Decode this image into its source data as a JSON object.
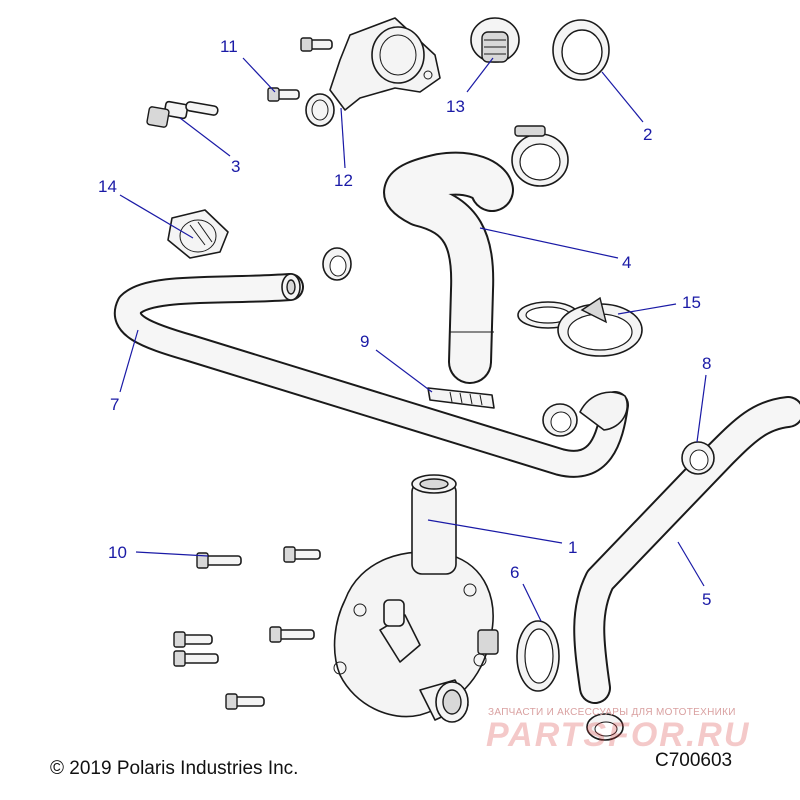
{
  "diagram": {
    "copyright": "© 2019 Polaris Industries Inc.",
    "drawing_id": "C700603",
    "watermark_small": "ЗАПЧАСТИ И АКСЕССУАРЫ ДЛЯ МОТОТЕХНИКИ",
    "watermark_large": "PARTSFOR.RU",
    "callouts": [
      {
        "label": "1"
      },
      {
        "label": "2"
      },
      {
        "label": "3"
      },
      {
        "label": "4"
      },
      {
        "label": "5"
      },
      {
        "label": "6"
      },
      {
        "label": "7"
      },
      {
        "label": "8"
      },
      {
        "label": "9"
      },
      {
        "label": "10"
      },
      {
        "label": "11"
      },
      {
        "label": "12"
      },
      {
        "label": "13"
      },
      {
        "label": "14"
      },
      {
        "label": "15"
      }
    ],
    "colors": {
      "callout": "#1a1aa6",
      "line": "#1a1a1a",
      "watermark": "#d63c3c"
    }
  }
}
